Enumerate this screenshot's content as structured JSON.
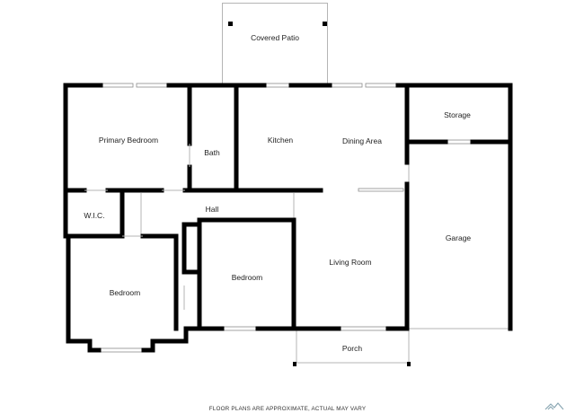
{
  "colors": {
    "wall": "#000000",
    "thin_line": "#b5b5b5",
    "background": "#ffffff",
    "logo": "#8aa7b3"
  },
  "rooms": {
    "covered_patio": "Covered Patio",
    "primary_bedroom": "Primary Bedroom",
    "bath": "Bath",
    "kitchen": "Kitchen",
    "dining_area": "Dining Area",
    "storage": "Storage",
    "wic": "W.I.C.",
    "hall": "Hall",
    "garage": "Garage",
    "living_room": "Living Room",
    "bedroom_left": "Bedroom",
    "bedroom_center": "Bedroom",
    "porch": "Porch"
  },
  "footer": {
    "disclaimer": "FLOOR PLANS ARE APPROXIMATE, ACTUAL MAY VARY"
  },
  "logo": {
    "icon": "mountain-logo-icon"
  }
}
